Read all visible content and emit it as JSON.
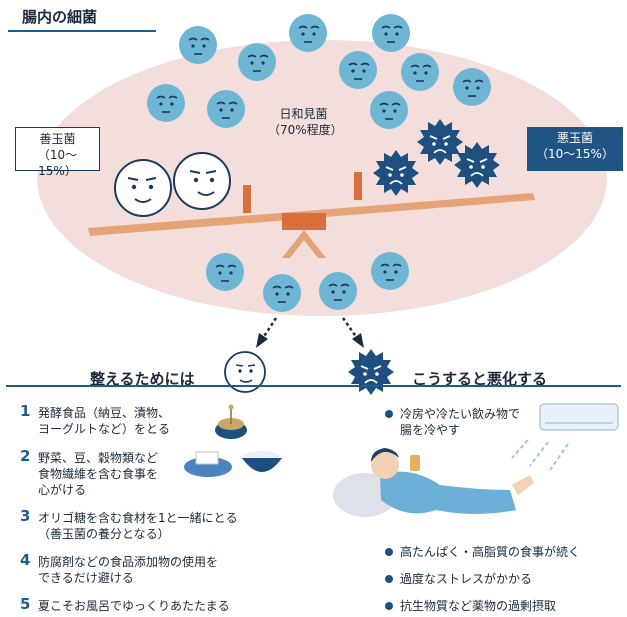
{
  "title": "腸内の細菌",
  "labels": {
    "good": [
      "善玉菌",
      "（10〜15%）"
    ],
    "neutral": [
      "日和見菌",
      "（70%程度）"
    ],
    "bad": [
      "悪玉菌",
      "（10〜15%）"
    ]
  },
  "sections": {
    "improve_heading": "整えるためには",
    "worsen_heading": "こうすると悪化する"
  },
  "improve_items": [
    {
      "num": "1",
      "lines": [
        "発酵食品（納豆、漬物、",
        "ヨーグルトなど）をとる"
      ]
    },
    {
      "num": "2",
      "lines": [
        "野菜、豆、穀物類など",
        "食物繊維を含む食事を",
        "心がける"
      ]
    },
    {
      "num": "3",
      "lines": [
        "オリゴ糖を含む食材を1と一緒にとる",
        "（善玉菌の養分となる）"
      ]
    },
    {
      "num": "4",
      "lines": [
        "防腐剤などの食品添加物の使用を",
        "できるだけ避ける"
      ]
    },
    {
      "num": "5",
      "lines": [
        "夏こそお風呂でゆっくりあたたまる"
      ]
    }
  ],
  "worsen_items": [
    {
      "lines": [
        "冷房や冷たい飲み物で",
        "腸を冷やす"
      ]
    },
    {
      "lines": [
        "高たんぱく・高脂質の食事が続く"
      ]
    },
    {
      "lines": [
        "過度なストレスがかかる"
      ]
    },
    {
      "lines": [
        "抗生物質など薬物の過剰摂取"
      ]
    }
  ],
  "colors": {
    "accent": "#1c5d8e",
    "blob": "#f3dedb",
    "neutral_bacteria": "#6fb6d4",
    "bad_bacteria": "#1f4f7e",
    "seesaw": "#e7a378"
  },
  "icons": [
    "good-bacteria-icon",
    "neutral-bacteria-icon",
    "bad-bacteria-icon",
    "seesaw-icon",
    "fermented-food-icon",
    "tofu-icon",
    "rice-bowl-icon",
    "air-conditioner-icon",
    "person-drinking-icon"
  ]
}
